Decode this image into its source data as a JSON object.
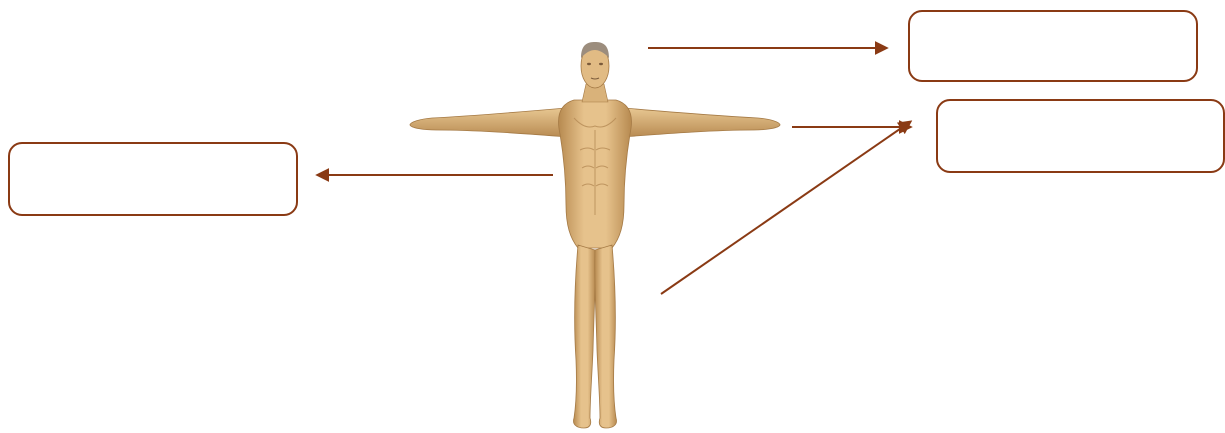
{
  "diagram": {
    "labels": [
      {
        "id": "box-head",
        "text": ""
      },
      {
        "id": "box-limbs",
        "text": ""
      },
      {
        "id": "box-trunk",
        "text": ""
      }
    ],
    "colors": {
      "arrow": "#8a3a14",
      "box_border": "#8a3a14",
      "skin_light": "#e9c58f",
      "skin_mid": "#d3a56a",
      "skin_shadow": "#a97c44",
      "hair": "#9c8d7d"
    }
  }
}
